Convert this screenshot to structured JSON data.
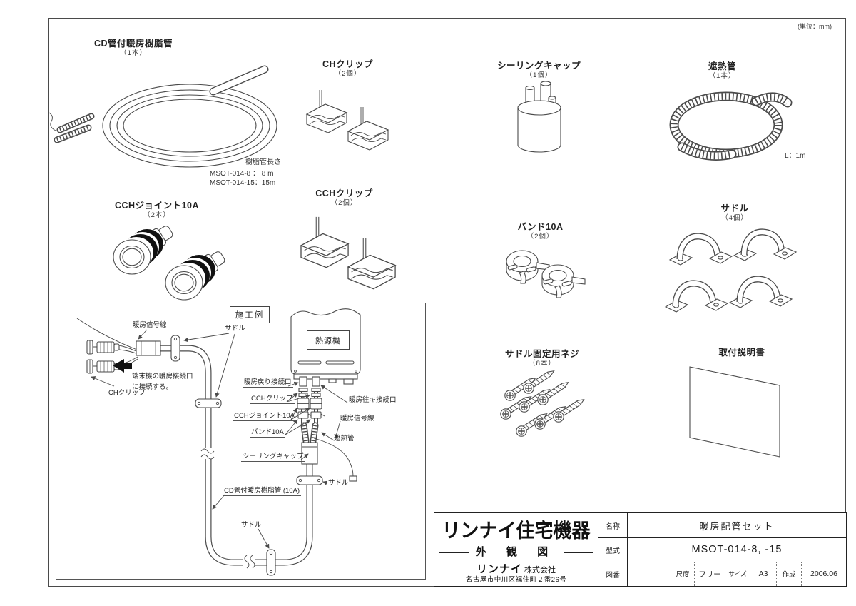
{
  "page": {
    "unit_note": "(単位：mm)"
  },
  "colors": {
    "line": "#4a4a4a",
    "text": "#1c1c1c",
    "ring_black": "#111111"
  },
  "parts": [
    {
      "title": "CD管付暖房樹脂管",
      "qty": "（1本）",
      "note1": "樹脂管長さ",
      "note2": "MSOT-014-8 ： 8 m",
      "note3": "MSOT-014-15：15m"
    },
    {
      "title": "CHクリップ",
      "qty": "（2個）"
    },
    {
      "title": "シーリングキャップ",
      "qty": "（1個）"
    },
    {
      "title": "遮熱管",
      "qty": "（1本）",
      "note1": "L：1m"
    },
    {
      "title": "CCHジョイント10A",
      "qty": "（2本）"
    },
    {
      "title": "CCHクリップ",
      "qty": "（2個）"
    },
    {
      "title": "バンド10A",
      "qty": "（2個）"
    },
    {
      "title": "サドル",
      "qty": "（4個）"
    },
    {
      "title": "サドル固定用ネジ",
      "qty": "（8本）"
    },
    {
      "title": "取付説明書",
      "qty": ""
    }
  ],
  "install": {
    "box_title": "施工例",
    "heat_source": "熱源機",
    "labels": {
      "signal_top": "暖房信号線",
      "saddle_top": "サドル",
      "terminal_line1": "端末機の暖房接続口",
      "terminal_line2": "に接続する。",
      "ch_clip": "CHクリップ",
      "return_port": "暖房戻り接続口",
      "cch_clip": "CCHクリップ",
      "cch_joint": "CCHジョイント10A",
      "band": "バンド10A",
      "supply_port": "暖房往キ接続口",
      "signal_right": "暖房信号線",
      "shield": "遮熱管",
      "sealing_cap": "シーリングキャップ",
      "cd_pipe": "CD管付暖房樹脂管 (10A)",
      "saddle_right": "サドル",
      "saddle_bottom": "サドル"
    }
  },
  "title_block": {
    "logo": "リンナイ住宅機器",
    "logo_sub": "外 観 図",
    "company_bold": "リンナイ",
    "company_suffix": " 株式会社",
    "address": "名古屋市中川区福住町２番26号",
    "name_label": "名称",
    "name_value": "暖房配管セット",
    "model_label": "型式",
    "model_value": "MSOT-014-8, -15",
    "drawing_no_label": "図番",
    "drawing_no_value": "",
    "scale_label": "尺度",
    "scale_value": "フリー",
    "size_label": "サイズ",
    "size_value": "A3",
    "created_label": "作成",
    "created_value": "2006.06"
  }
}
